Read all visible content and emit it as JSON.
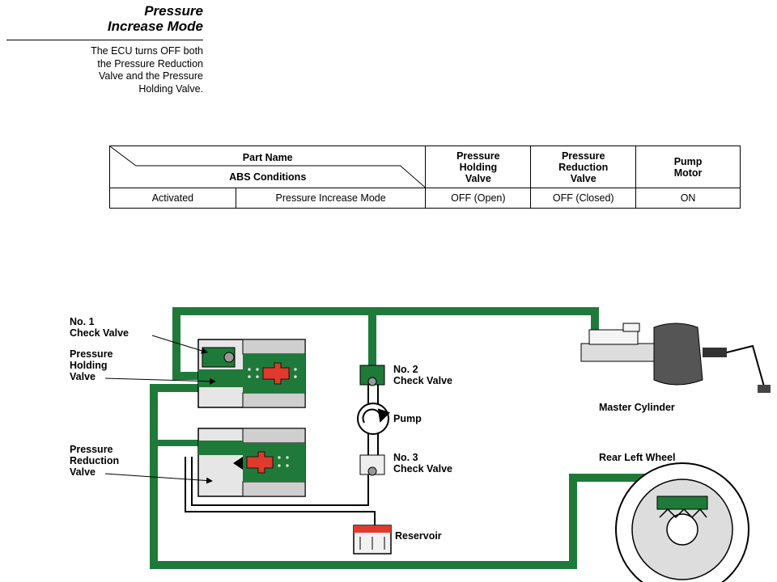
{
  "heading": {
    "line1": "Pressure",
    "line2": "Increase Mode"
  },
  "description": {
    "line1": "The ECU turns OFF both",
    "line2": "the Pressure Reduction",
    "line3": "Valve and the Pressure",
    "line4": "Holding Valve."
  },
  "table": {
    "part_name": "Part Name",
    "abs_conditions": "ABS Conditions",
    "headers": {
      "holding": [
        "Pressure",
        "Holding",
        "Valve"
      ],
      "reduction": [
        "Pressure",
        "Reduction",
        "Valve"
      ],
      "pump": [
        "Pump",
        "Motor"
      ]
    },
    "row": {
      "activated": "Activated",
      "mode": "Pressure Increase Mode",
      "holding_state": "OFF (Open)",
      "reduction_state": "OFF (Closed)",
      "pump_state": "ON"
    }
  },
  "diagram_labels": {
    "check_valve_1": [
      "No. 1",
      "Check Valve"
    ],
    "holding_valve": [
      "Pressure",
      "Holding",
      "Valve"
    ],
    "reduction_valve": [
      "Pressure",
      "Reduction",
      "Valve"
    ],
    "check_valve_2": [
      "No. 2",
      "Check Valve"
    ],
    "pump": "Pump",
    "check_valve_3": [
      "No. 3",
      "Check Valve"
    ],
    "reservoir": "Reservoir",
    "master_cylinder": "Master Cylinder",
    "rear_left_wheel": "Rear Left Wheel"
  },
  "colors": {
    "fluid": "#1f7a3a",
    "solenoid": "#e03a2c",
    "line": "#000000",
    "coil": "#cfcfcf"
  }
}
